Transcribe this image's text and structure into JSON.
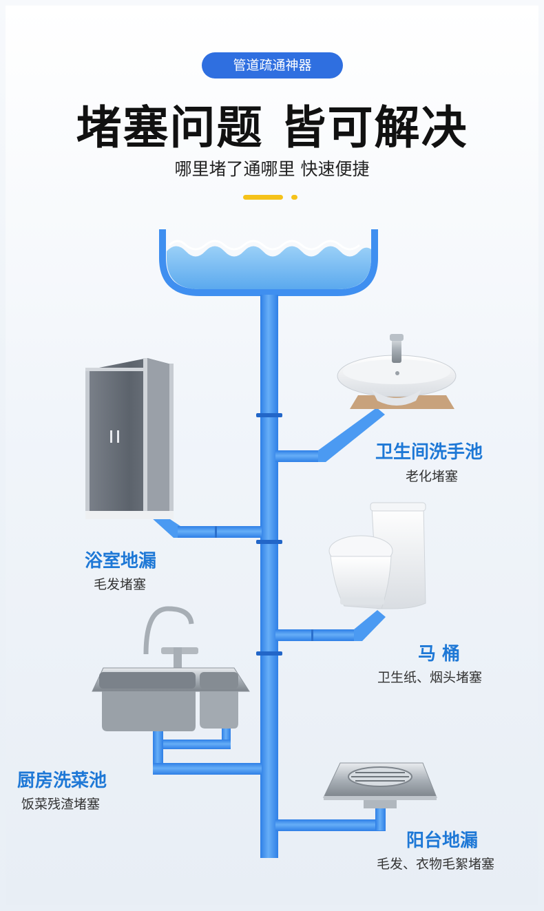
{
  "header": {
    "badge": "管道疏通神器",
    "headline": "堵塞问题 皆可解决",
    "subhead": "哪里堵了通哪里 快速便捷"
  },
  "items": [
    {
      "title": "卫生间洗手池",
      "desc": "老化堵塞"
    },
    {
      "title": "浴室地漏",
      "desc": "毛发堵塞"
    },
    {
      "title": "马 桶",
      "desc": "卫生纸、烟头堵塞"
    },
    {
      "title": "厨房洗菜池",
      "desc": "饭菜残渣堵塞"
    },
    {
      "title": "阳台地漏",
      "desc": "毛发、衣物毛絮堵塞"
    }
  ],
  "colors": {
    "badge_bg": "#2f6fe0",
    "pipe": "#3f8ff0",
    "label": "#1e78d6",
    "accent_dash": "#f5c21a"
  }
}
